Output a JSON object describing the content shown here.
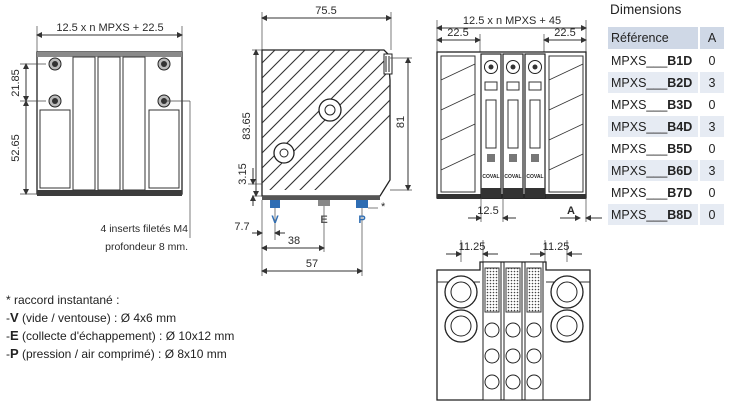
{
  "dimensions_table": {
    "title": "Dimensions",
    "headers": [
      "Référence",
      "A"
    ],
    "rows": [
      {
        "prefix": "MPXS___",
        "code": "B1D",
        "a": "0"
      },
      {
        "prefix": "MPXS___",
        "code": "B2D",
        "a": "3"
      },
      {
        "prefix": "MPXS___",
        "code": "B3D",
        "a": "0"
      },
      {
        "prefix": "MPXS___",
        "code": "B4D",
        "a": "3"
      },
      {
        "prefix": "MPXS___",
        "code": "B5D",
        "a": "0"
      },
      {
        "prefix": "MPXS___",
        "code": "B6D",
        "a": "3"
      },
      {
        "prefix": "MPXS___",
        "code": "B7D",
        "a": "0"
      },
      {
        "prefix": "MPXS___",
        "code": "B8D",
        "a": "0"
      }
    ]
  },
  "front_view": {
    "width_label": "12.5 x n MPXS + 22.5",
    "h_top": "21.85",
    "h_bottom": "52.65",
    "inserts_note_1": "4 inserts filetés M4",
    "inserts_note_2": "profondeur 8 mm."
  },
  "side_view": {
    "width": "75.5",
    "height_inner": "83.65",
    "height_outer": "81",
    "small_h": "3.15",
    "w_7_7": "7.7",
    "w_38": "38",
    "w_57": "57",
    "port_v": "V",
    "port_e": "E",
    "port_p": "P",
    "star": "*"
  },
  "rear_view": {
    "width_label": "12.5 x n MPXS + 45",
    "left_margin": "22.5",
    "right_margin": "22.5",
    "pitch": "12.5",
    "a_label": "A",
    "brand": "COVAL"
  },
  "bottom_view": {
    "left_dim": "11.25",
    "right_dim": "11.25"
  },
  "notes": {
    "star_line": "* raccord instantané :",
    "v_sym": "V",
    "v_text": " (vide / ventouse) : Ø 4x6 mm",
    "e_sym": "E",
    "e_text": " (collecte d'échappement) : Ø 10x12 mm",
    "p_sym": "P",
    "p_text": " (pression / air comprimé) : Ø 8x10 mm"
  }
}
